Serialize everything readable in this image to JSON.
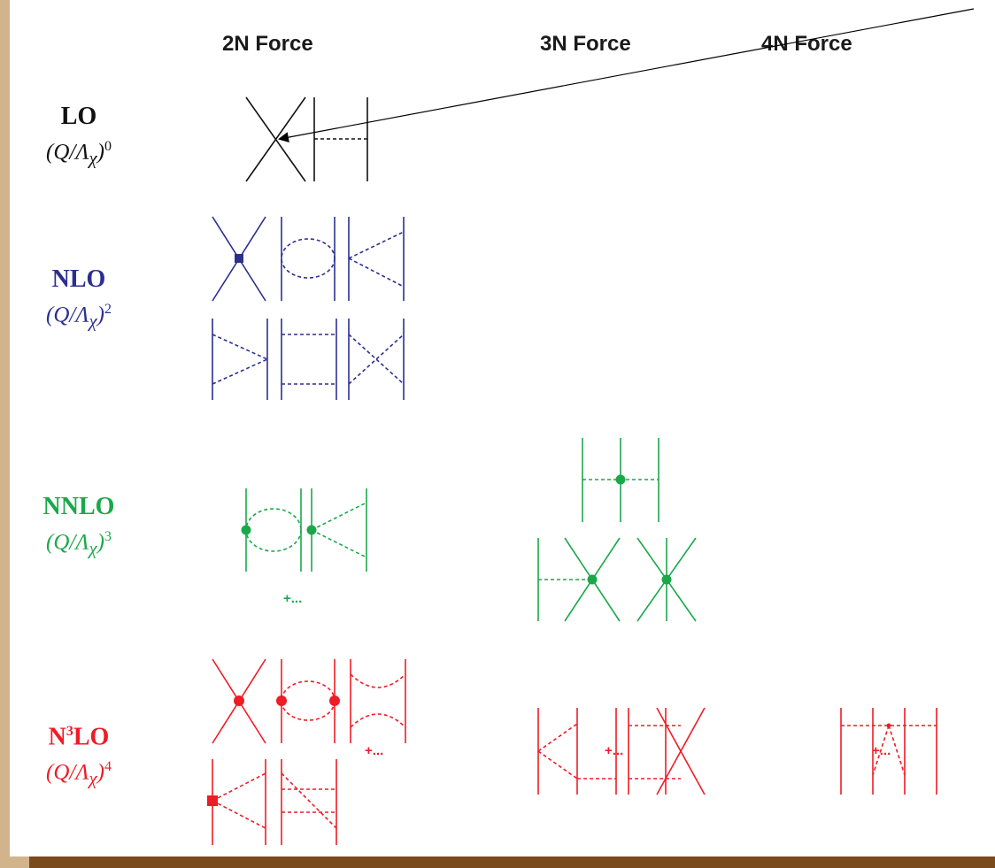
{
  "columns": [
    "2N Force",
    "3N Force",
    "4N Force"
  ],
  "rows": [
    {
      "order": "LO",
      "order_sup": "",
      "scale_base": "(Q/Λ",
      "scale_sub": "χ",
      "scale_close": ")",
      "scale_exp": "0",
      "color": "#111111"
    },
    {
      "order": "NLO",
      "order_sup": "",
      "scale_base": "(Q/Λ",
      "scale_sub": "χ",
      "scale_close": ")",
      "scale_exp": "2",
      "color": "#2b2f8f"
    },
    {
      "order": "NNLO",
      "order_sup": "",
      "scale_base": "(Q/Λ",
      "scale_sub": "χ",
      "scale_close": ")",
      "scale_exp": "3",
      "color": "#1aa84a"
    },
    {
      "order": "N",
      "order_sup": "3",
      "order_tail": "LO",
      "scale_base": "(Q/Λ",
      "scale_sub": "χ",
      "scale_close": ")",
      "scale_exp": "4",
      "color": "#ee1c25"
    }
  ],
  "more_marker": "+...",
  "colors": {
    "lo": "#111111",
    "nlo": "#2b2f8f",
    "nnlo": "#1aa84a",
    "n3lo": "#ee1c25",
    "background_frame": "#d2b48c",
    "bottom_bar": "#7a4a1c"
  }
}
